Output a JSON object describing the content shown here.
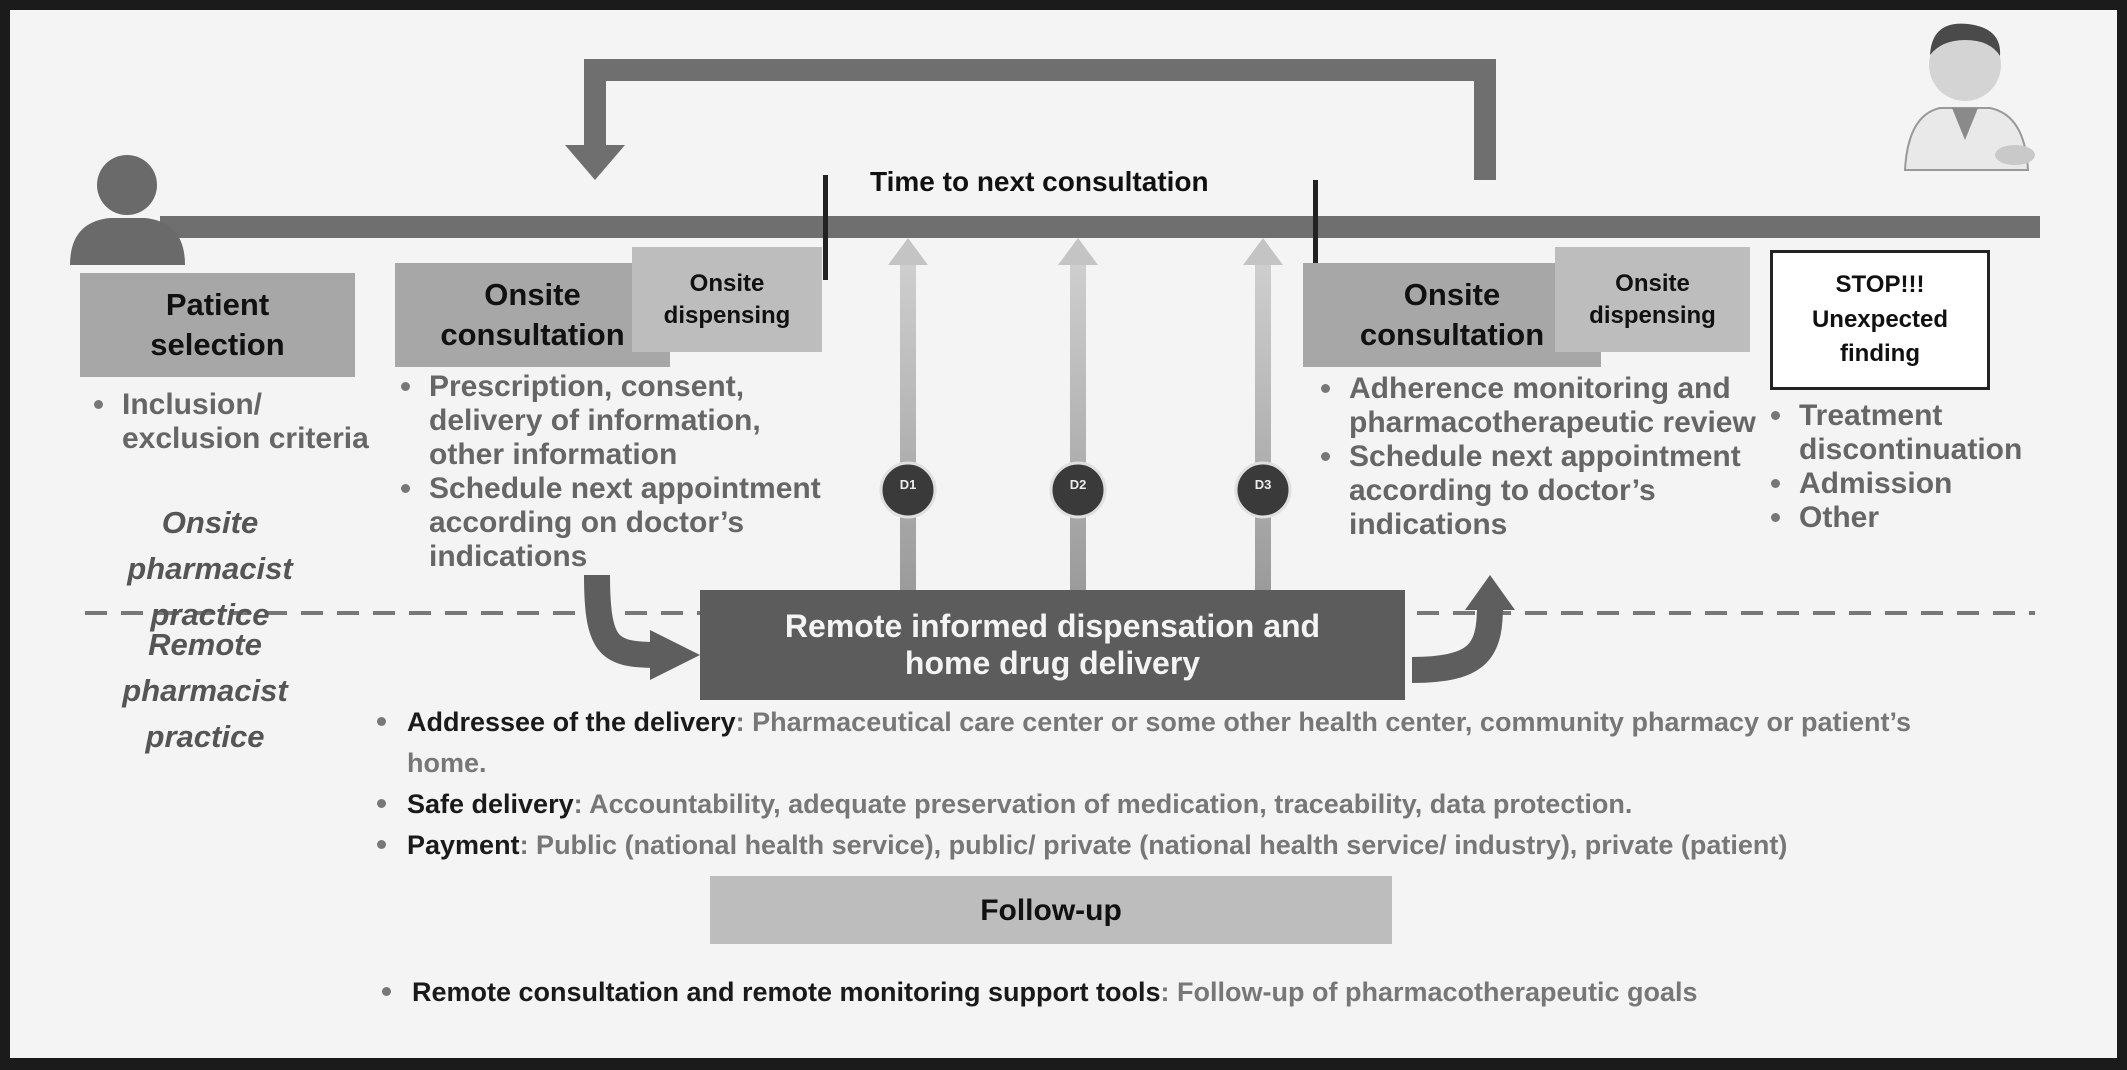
{
  "timeline": {
    "label": "Time to next consultation",
    "dispensations": [
      "D1",
      "D2",
      "D3"
    ]
  },
  "patient_selection": {
    "title": "Patient selection",
    "bullets": [
      "Inclusion/ exclusion criteria"
    ]
  },
  "consult1": {
    "consultation": "Onsite consultation",
    "dispensing": "Onsite dispensing",
    "bullets": [
      "Prescription, consent, delivery of information, other information",
      "Schedule next appointment according on doctor’s indications"
    ]
  },
  "consult2": {
    "consultation": "Onsite consultation",
    "dispensing": "Onsite dispensing",
    "bullets": [
      "Adherence monitoring and pharmacotherapeutic review",
      "Schedule next appointment according to doctor’s indications"
    ]
  },
  "stop": {
    "title": "STOP!!! Unexpected finding",
    "bullets": [
      "Treatment discontinuation",
      "Admission",
      "Other"
    ]
  },
  "practice": {
    "onsite": "Onsite pharmacist practice",
    "remote": "Remote pharmacist practice"
  },
  "remote_box": "Remote informed dispensation and home drug delivery",
  "delivery_points": [
    {
      "key": "Addressee of the delivery",
      "value": ": Pharmaceutical care center or some other health center, community pharmacy or patient’s home."
    },
    {
      "key": "Safe delivery",
      "value": ": Accountability, adequate preservation of medication, traceability, data protection."
    },
    {
      "key": "Payment",
      "value": ": Public (national health service), public/ private (national health service/ industry), private (patient)"
    }
  ],
  "followup": {
    "title": "Follow-up",
    "point_key": "Remote consultation and remote monitoring support tools",
    "point_value": ": Follow-up of pharmacotherapeutic goals"
  },
  "icons": [
    "patient-icon",
    "doctor-icon"
  ],
  "colors": {
    "timeline": "#6f6f6f",
    "box_gray": "#a7a7a7",
    "remote_box": "#5c5c5c",
    "followup_box": "#bdbdbd",
    "up_arrow": "#bcbcbc",
    "badge": "#3a3a3a"
  }
}
